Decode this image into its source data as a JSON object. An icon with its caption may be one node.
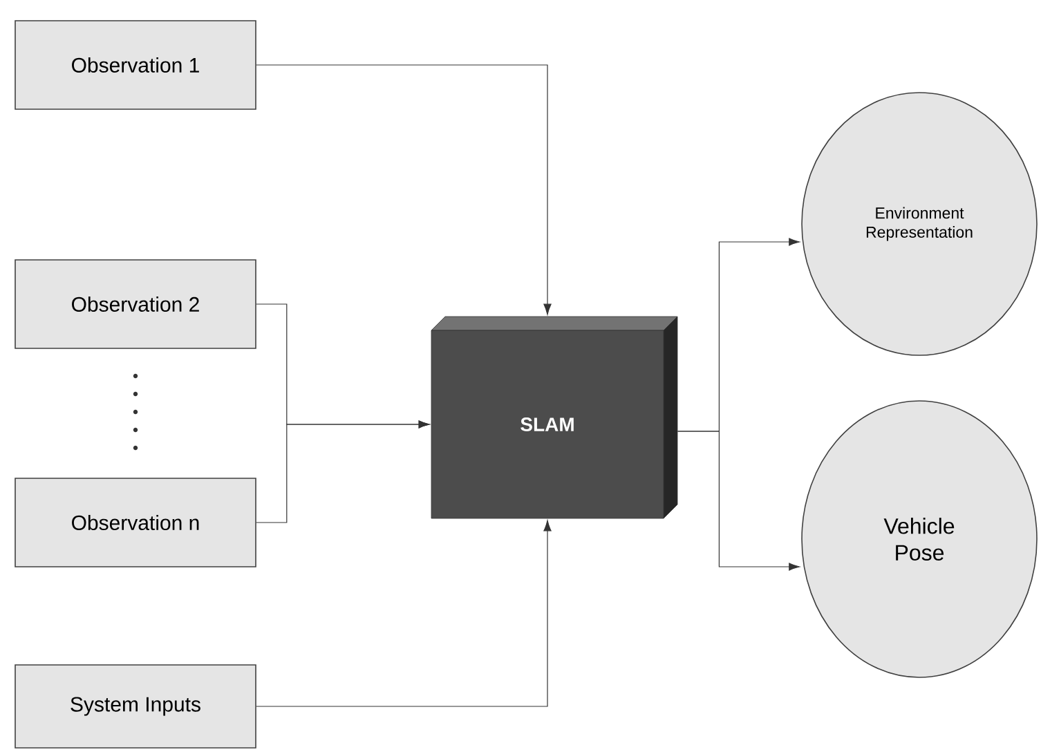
{
  "diagram": {
    "nodes": [
      {
        "text": [
          "Observation 1"
        ]
      },
      {
        "text": [
          "Observation 2"
        ]
      },
      {
        "text": [
          "Observation n"
        ]
      },
      {
        "text": [
          "System Inputs"
        ]
      },
      {
        "text": [
          "SLAM"
        ]
      },
      {
        "text": [
          "Environment Representation"
        ]
      },
      {
        "text": [
          "Vehicle Pose"
        ]
      }
    ],
    "edges": [
      {
        "from": 0,
        "to": 4,
        "arrow": "to"
      },
      {
        "from": 1,
        "to": 4,
        "arrow": "to"
      },
      {
        "from": 2,
        "to": 4,
        "arrow": "to"
      },
      {
        "from": 3,
        "to": 4,
        "arrow": "to"
      },
      {
        "from": 4,
        "to": 5,
        "arrow": "to"
      },
      {
        "from": 4,
        "to": 6,
        "arrow": "to"
      }
    ]
  }
}
